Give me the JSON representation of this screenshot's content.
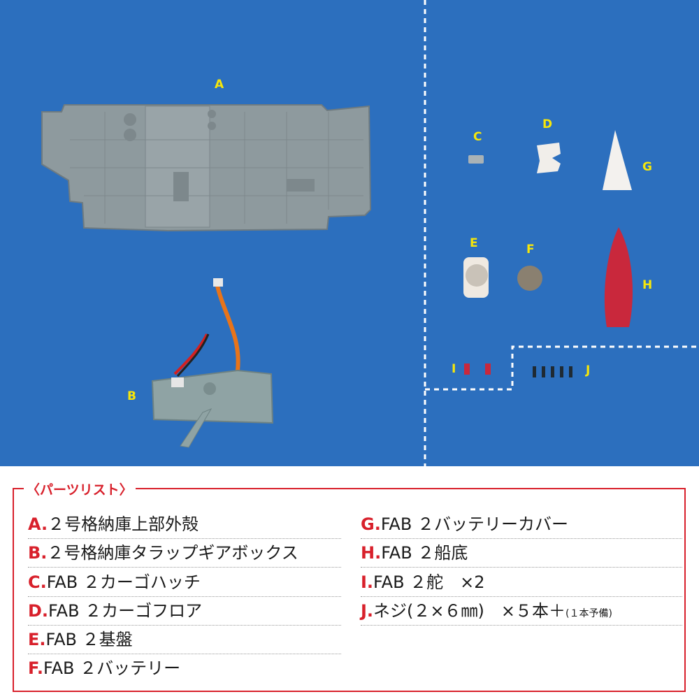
{
  "photo": {
    "labels": {
      "a": "A",
      "b": "B",
      "c": "C",
      "d": "D",
      "e": "E",
      "f": "F",
      "g": "G",
      "h": "H",
      "i": "I",
      "j": "J"
    },
    "colors": {
      "background": "#2c6fbe",
      "label": "#f6e60a",
      "divider": "#ffffff"
    }
  },
  "legend": {
    "title": "〈パーツリスト〉",
    "accent_color": "#d8202b",
    "items": [
      {
        "key": "A.",
        "name": "２号格納庫上部外殻"
      },
      {
        "key": "B.",
        "name": "２号格納庫タラップギアボックス"
      },
      {
        "key": "C.",
        "name": "FAB ２カーゴハッチ"
      },
      {
        "key": "D.",
        "name": "FAB ２カーゴフロア"
      },
      {
        "key": "E.",
        "name": "FAB ２基盤"
      },
      {
        "key": "F.",
        "name": "FAB ２バッテリー"
      },
      {
        "key": "G.",
        "name": "FAB ２バッテリーカバー"
      },
      {
        "key": "H.",
        "name": "FAB ２船底"
      },
      {
        "key": "I.",
        "name": "FAB ２舵　×2"
      },
      {
        "key": "J.",
        "name": "ネジ(２×６㎜)　×５本＋",
        "note": "(１本予備)"
      }
    ]
  }
}
